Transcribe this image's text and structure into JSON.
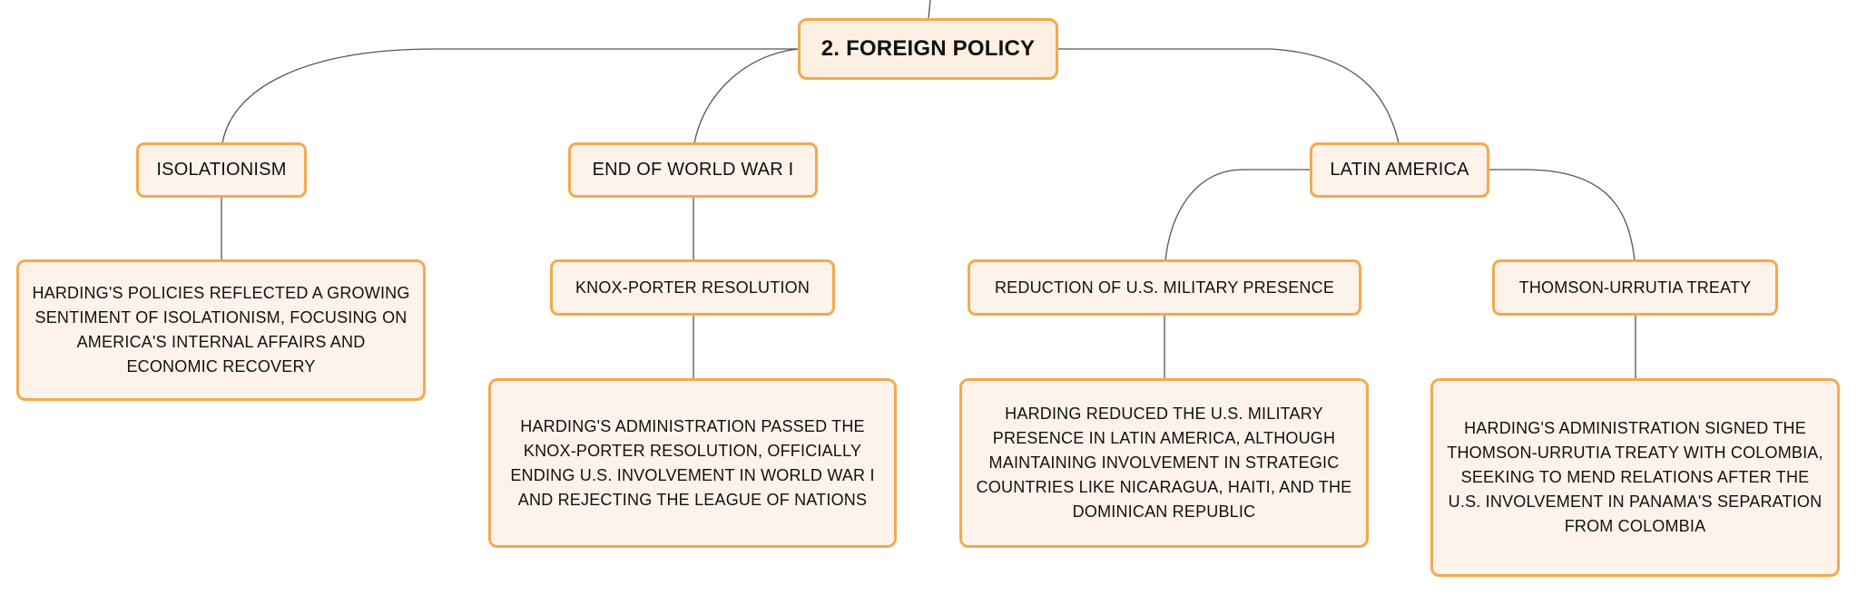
{
  "root": {
    "label": "2. FOREIGN POLICY"
  },
  "topics": [
    {
      "label": "ISOLATIONISM"
    },
    {
      "label": "END OF WORLD WAR I"
    },
    {
      "label": "LATIN AMERICA"
    }
  ],
  "subtopics": [
    {
      "label": "KNOX-PORTER RESOLUTION"
    },
    {
      "label": "REDUCTION OF U.S. MILITARY PRESENCE"
    },
    {
      "label": "THOMSON-URRUTIA TREATY"
    }
  ],
  "details": [
    {
      "text": "HARDING'S POLICIES REFLECTED A GROWING SENTIMENT OF ISOLATIONISM, FOCUSING ON AMERICA'S INTERNAL AFFAIRS AND ECONOMIC RECOVERY"
    },
    {
      "text": "HARDING'S ADMINISTRATION PASSED THE KNOX-PORTER RESOLUTION, OFFICIALLY ENDING U.S. INVOLVEMENT IN WORLD WAR I AND REJECTING THE LEAGUE OF NATIONS"
    },
    {
      "text": "HARDING REDUCED THE U.S. MILITARY PRESENCE IN LATIN AMERICA, ALTHOUGH MAINTAINING INVOLVEMENT IN STRATEGIC COUNTRIES LIKE NICARAGUA, HAITI, AND THE DOMINICAN REPUBLIC"
    },
    {
      "text": "HARDING'S ADMINISTRATION SIGNED THE THOMSON-URRUTIA TREATY WITH COLOMBIA, SEEKING TO MEND RELATIONS AFTER THE U.S. INVOLVEMENT IN PANAMA'S SEPARATION FROM COLOMBIA"
    }
  ],
  "colors": {
    "node_fill": "#fdf3ea",
    "node_border": "#f4a94d",
    "connector": "#555555"
  }
}
